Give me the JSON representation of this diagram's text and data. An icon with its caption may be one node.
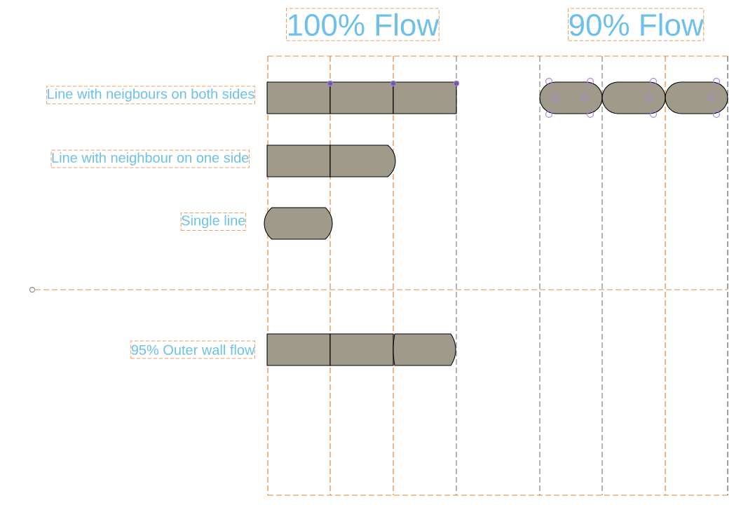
{
  "diagram": {
    "nodes": [
      {
        "text": [],
        "shape": "bar"
      },
      {
        "text": [],
        "shape": "bar"
      },
      {
        "text": [],
        "shape": "bar"
      },
      {
        "text": [],
        "shape": "bar"
      },
      {
        "text": [],
        "shape": "bar"
      },
      {
        "text": [],
        "shape": "bar"
      },
      {
        "text": [],
        "shape": "bar"
      },
      {
        "text": [],
        "shape": "bar"
      },
      {
        "text": [],
        "shape": "bar"
      },
      {
        "text": [],
        "shape": "bar"
      },
      {
        "text": [],
        "shape": "bar"
      },
      {
        "text": [],
        "shape": "bar"
      }
    ],
    "labels": [
      "100% Flow",
      "90% Flow",
      "Line with neigbours on both sides",
      "Line with neighbour on one side",
      "Single line",
      "95% Outer wall flow"
    ]
  }
}
